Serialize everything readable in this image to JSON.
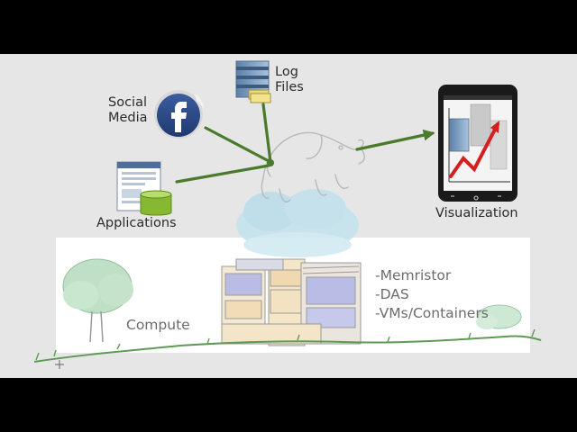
{
  "labels": {
    "social_media_line1": "Social",
    "social_media_line2": "Media",
    "log_files_line1": "Log",
    "log_files_line2": "Files",
    "applications": "Applications",
    "visualization": "Visualization",
    "compute": "Compute"
  },
  "technologies": [
    "-Memristor",
    "-DAS",
    "-VMs/Containers"
  ],
  "icons": {
    "social": "facebook-icon",
    "logs": "server-icon",
    "apps": "application-window-icon",
    "viz": "tablet-chart-icon",
    "hub": "hadoop-elephant-icon"
  },
  "colors": {
    "arrow": "#4a7a2c",
    "facebook": "#2c4a84",
    "chart_line": "#d41f1f"
  }
}
